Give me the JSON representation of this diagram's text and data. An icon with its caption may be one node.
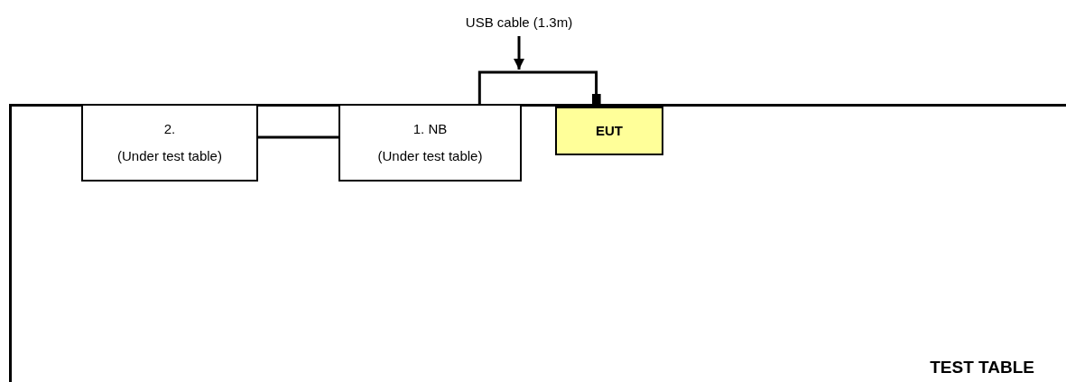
{
  "diagram": {
    "nodes": [
      {
        "text": [
          "TEST TABLE"
        ]
      },
      {
        "text": [
          "2.",
          "(Under test table)"
        ],
        "in": 0
      },
      {
        "text": [
          "1. NB",
          "(Under test table)"
        ],
        "in": 0
      },
      {
        "text": [
          "EUT"
        ],
        "in": 0
      },
      {
        "text": [
          "USB cable (1.3m)"
        ]
      }
    ],
    "edges": [
      {
        "from": 1,
        "to": 2,
        "arrow": "none"
      },
      {
        "from": 2,
        "to": 3,
        "arrow": "other"
      },
      {
        "from": 4,
        "to": null,
        "arrow": "to"
      }
    ]
  }
}
